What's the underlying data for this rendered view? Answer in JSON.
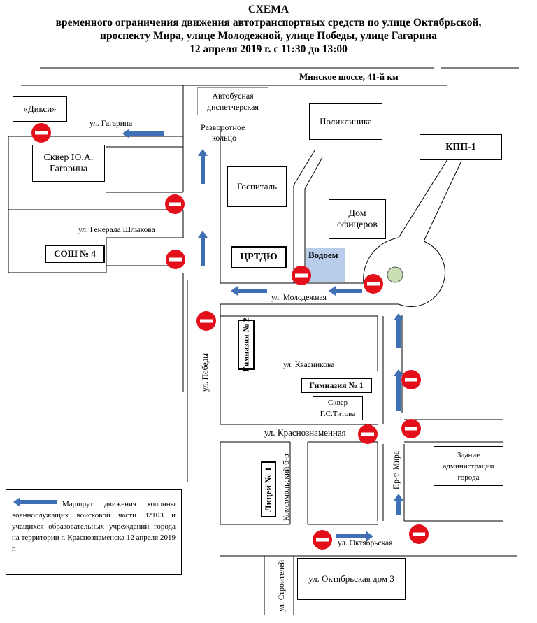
{
  "title": {
    "line1": "СХЕМА",
    "line2": "временного ограничения движения автотранспортных средств по улице Октябрьской,",
    "line3": "проспекту Мира, улице Молодежной, улице Победы, улице Гагарина",
    "line4": "12 апреля 2019 г. с 11:30 до 13:00"
  },
  "places": {
    "minsk": "Минское шоссе,  41-й км",
    "bus": "Автобусная диспетчерская",
    "uturn1": "Разворотное",
    "uturn2": "кольцо",
    "dixi": "«Дикси»",
    "square_gagarin": "Сквер Ю.А. Гагарина",
    "clinic": "Поликлиника",
    "kpp": "КПП-1",
    "hospital": "Госпиталь",
    "officers": "Дом офицеров",
    "school4": "СОШ № 4",
    "crtdu": "ЦРТДЮ",
    "pond": "Водоем",
    "gym2": "Гимназия № 2",
    "gym1": "Гимназия № 1",
    "square_titov": "Сквер Г.С.Титова",
    "lyceum1": "Лицей № 1",
    "admin": "Здание администрации города",
    "oct3": "ул. Октябрьская дом 3"
  },
  "streets": {
    "gagarina": "ул. Гагарина",
    "shlykova": "ул. Генерала Шлыкова",
    "molodezh": "ул. Молодежная",
    "pobedy": "ул. Победы",
    "kvasnikova": "ул. Квасникова",
    "krasnoznam": "ул. Краснознаменная",
    "komsomol": "Комсомольский б-р",
    "mira": "Пр-т. Мира",
    "oktyabr": "ул. Октябрьская",
    "stroiteley": "ул. Строителей"
  },
  "legend": {
    "text": "Маршрут движения колонны военнослужащих войсковой части 32103 и учащихся образовательных учреждений города на территории г. Краснознаменска 12 апреля 2019  г."
  },
  "colors": {
    "arrow": "#3f6fb5",
    "stop": "#e3101b",
    "pond": "#b7cdea",
    "circle": "#c9dfb1"
  }
}
